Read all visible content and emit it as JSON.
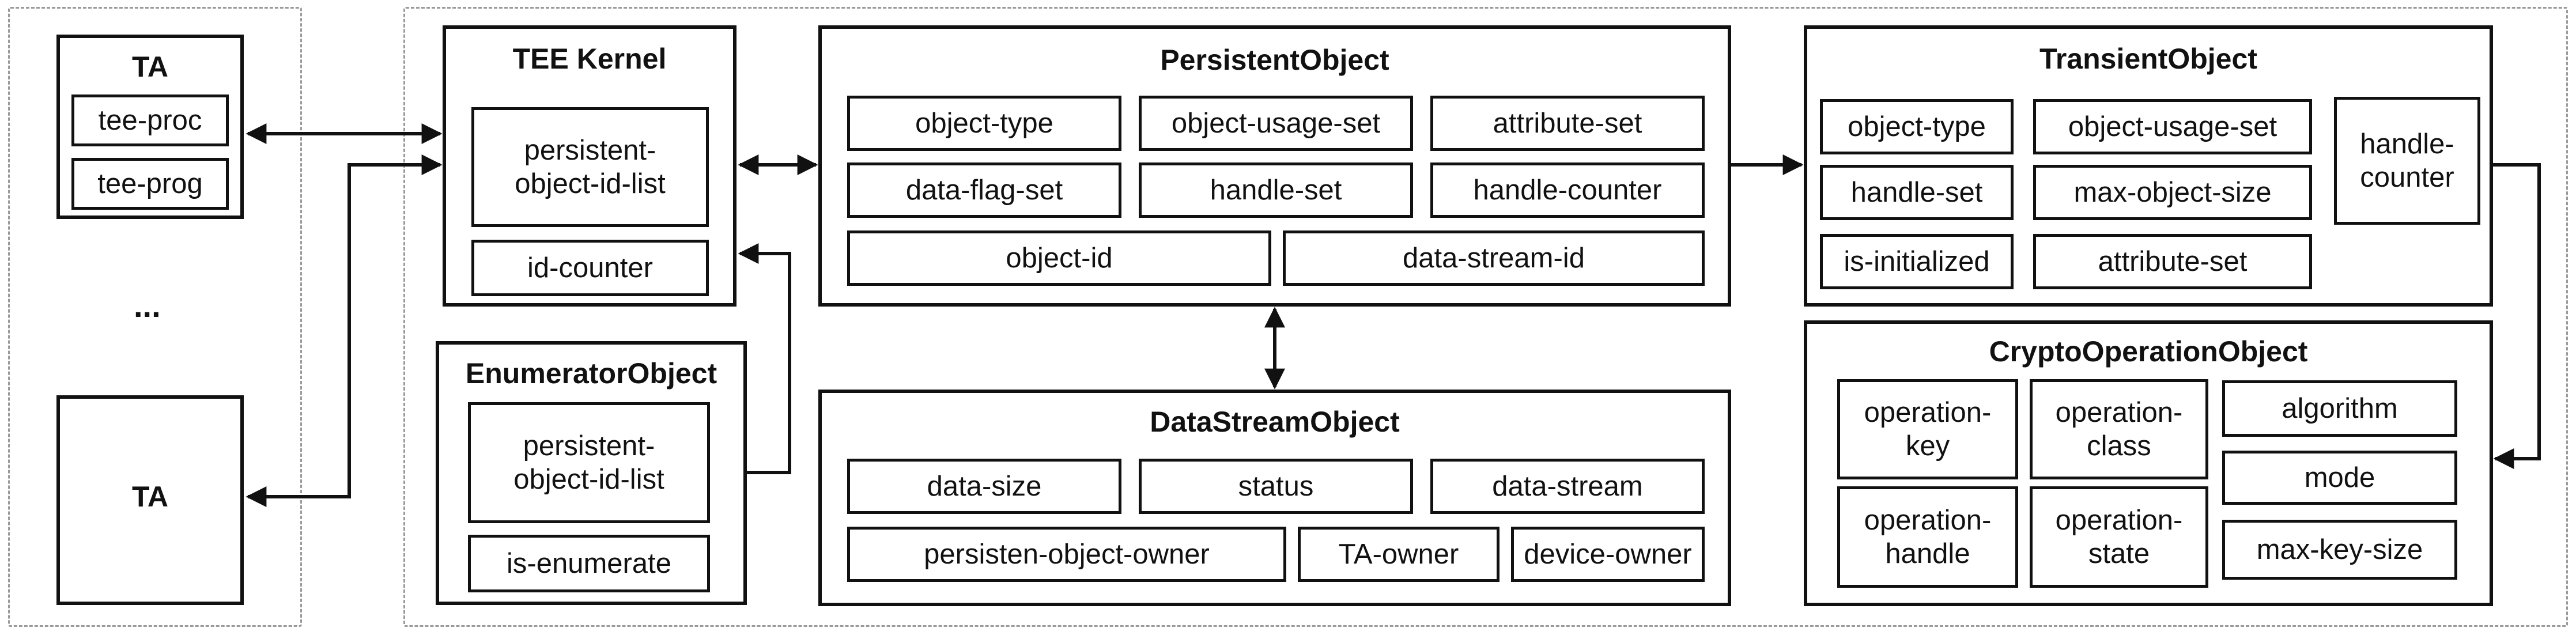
{
  "ta_group": {
    "ta1": {
      "title": "TA",
      "fields": [
        "tee-proc",
        "tee-prog"
      ]
    },
    "ellipsis": "...",
    "ta2": {
      "title": "TA"
    }
  },
  "tee_kernel": {
    "title": "TEE Kernel",
    "fields": [
      "persistent-\nobject-id-list",
      "id-counter"
    ]
  },
  "enumerator": {
    "title": "EnumeratorObject",
    "fields": [
      "persistent-\nobject-id-list",
      "is-enumerate"
    ]
  },
  "persistent": {
    "title": "PersistentObject",
    "fields": [
      "object-type",
      "object-usage-set",
      "attribute-set",
      "data-flag-set",
      "handle-set",
      "handle-counter",
      "object-id",
      "data-stream-id"
    ]
  },
  "datastream": {
    "title": "DataStreamObject",
    "fields": [
      "data-size",
      "status",
      "data-stream",
      "persisten-object-owner",
      "TA-owner",
      "device-owner"
    ]
  },
  "transient": {
    "title": "TransientObject",
    "fields": [
      "object-type",
      "object-usage-set",
      "handle-set",
      "max-object-size",
      "is-initialized",
      "attribute-set",
      "handle-\ncounter"
    ]
  },
  "crypto": {
    "title": "CryptoOperationObject",
    "fields": [
      "operation-\nkey",
      "operation-\nclass",
      "algorithm",
      "mode",
      "operation-\nhandle",
      "operation-\nstate",
      "max-key-size"
    ]
  }
}
